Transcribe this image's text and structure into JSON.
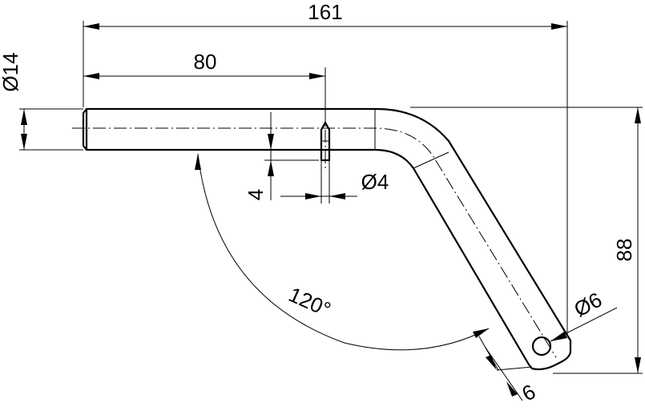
{
  "dimensions": {
    "overall_length": "161",
    "hole_position": "80",
    "shaft_diameter": "Ø14",
    "pin_diameter": "Ø4",
    "pin_offset": "4",
    "height": "88",
    "end_hole_diameter": "Ø6",
    "end_offset": "6",
    "bend_angle": "120°"
  }
}
